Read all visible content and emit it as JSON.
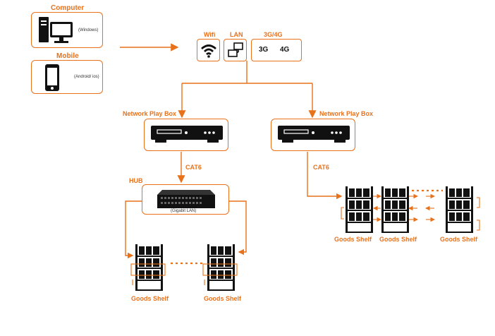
{
  "sources": {
    "computer": {
      "title": "Computer",
      "os": "(Windows)"
    },
    "mobile": {
      "title": "Mobile",
      "os": "(Android/ ios)"
    }
  },
  "connectivity": {
    "wifi": "Wifi",
    "lan": "LAN",
    "cellular": "3G/4G",
    "g3": "3G",
    "g4": "4G"
  },
  "play_boxes": {
    "left": "Network Play Box",
    "right": "Network Play Box"
  },
  "links": {
    "left_cable": "CAT6",
    "right_cable": "CAT6"
  },
  "hub": {
    "title": "HUB",
    "caption": "(Gigabit LAN)"
  },
  "shelves": {
    "left_group": [
      "Goods Shelf",
      "Goods Shelf"
    ],
    "right_group": [
      "Goods Shelf",
      "Goods Shelf",
      "Goods Shelf"
    ]
  },
  "colors": {
    "accent": "#e8711a",
    "device": "#111111"
  }
}
